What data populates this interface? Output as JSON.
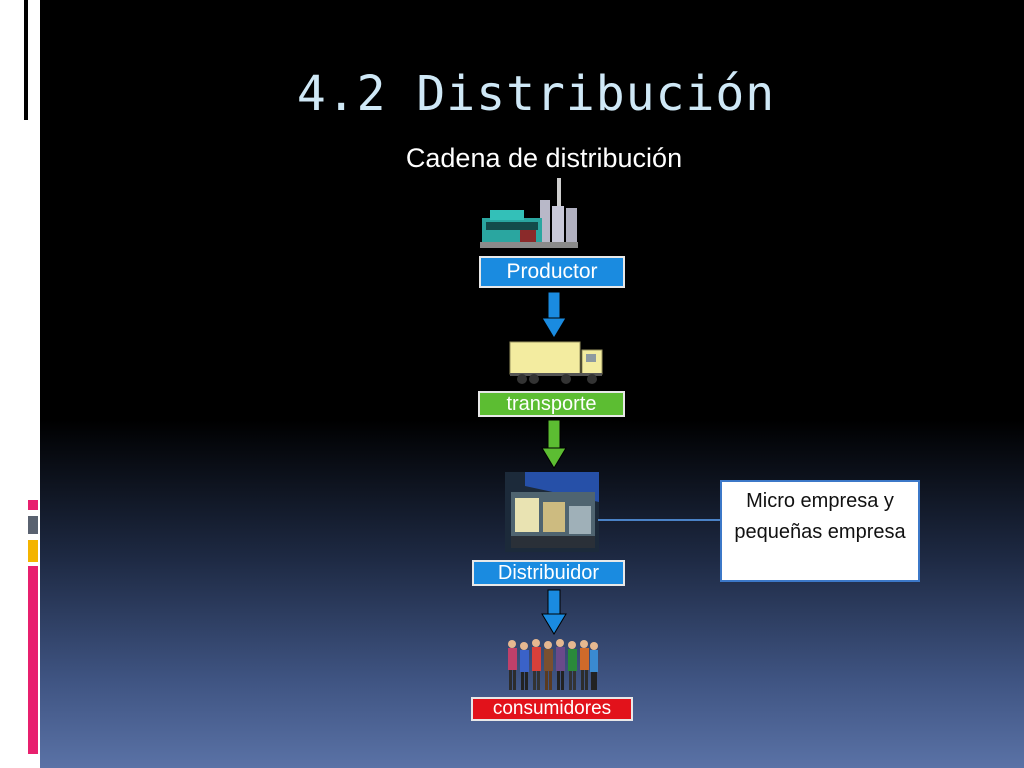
{
  "slide": {
    "title": "4.2 Distribución",
    "subtitle": "Cadena de distribución"
  },
  "chain": [
    {
      "label": "Productor",
      "color": "#1a8be0",
      "icon": "factory-icon"
    },
    {
      "label": "transporte",
      "color": "#5cbd32",
      "icon": "truck-icon"
    },
    {
      "label": "Distribuidor",
      "color": "#1a8be0",
      "icon": "store-icon"
    },
    {
      "label": "consumidores",
      "color": "#e2121b",
      "icon": "people-icon"
    }
  ],
  "note": {
    "text": "Micro empresa y pequeñas empresa"
  },
  "arrows": [
    {
      "color": "#1a8be0"
    },
    {
      "color": "#5cbd32"
    },
    {
      "color": "#1a8be0"
    }
  ]
}
